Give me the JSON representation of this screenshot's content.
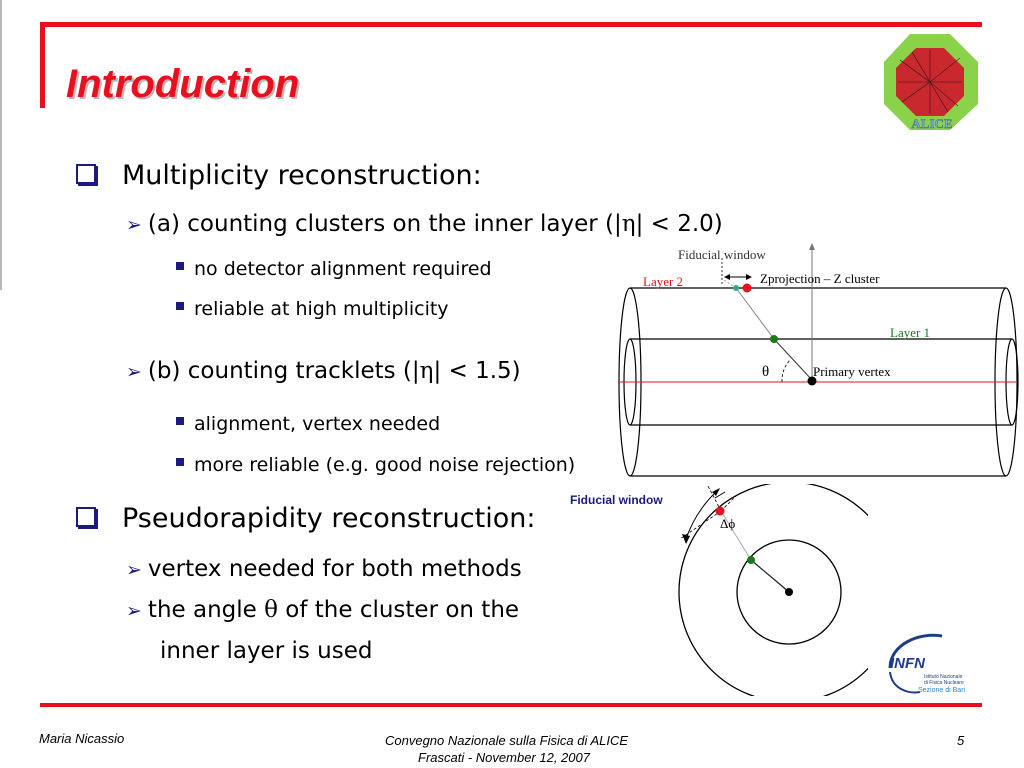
{
  "slide": {
    "title": "Introduction",
    "page_number": "5"
  },
  "bullets": {
    "b1": "Multiplicity reconstruction:",
    "b1a_pre": "(a) counting clusters on the inner layer (|",
    "b1a_sym": "η",
    "b1a_post": "| < 2.0)",
    "b1a_i": "no detector alignment required",
    "b1a_ii": "reliable at high multiplicity",
    "b1b_pre": "(b) counting tracklets (|",
    "b1b_sym": "η",
    "b1b_post": "| < 1.5)",
    "b1b_i": "alignment, vertex needed",
    "b1b_ii": "more reliable (e.g. good noise rejection)",
    "b2": "Pseudorapidity reconstruction:",
    "b2a": "vertex needed for both methods",
    "b2b_pre": "the angle ",
    "b2b_sym": "θ",
    "b2b_post": " of the cluster on the",
    "b2b_cont": "inner layer is used"
  },
  "diagram_side": {
    "fiducial_window": "Fiducial window",
    "layer2": "Layer 2",
    "zprojection": "Zprojection – Z cluster",
    "layer1": "Layer 1",
    "theta": "θ",
    "primary_vertex": "Primary vertex"
  },
  "diagram_front": {
    "fiducial_window": "Fiducial window",
    "delta_phi": "Δϕ"
  },
  "logos": {
    "alice": "ALICE",
    "infn": "INFN",
    "infn_sub1": "Istituto Nazionale",
    "infn_sub2": "di Fisica Nucleare",
    "infn_sub3": "Sezione di Bari"
  },
  "footer": {
    "author": "Maria Nicassio",
    "conference": "Convegno Nazionale sulla Fisica di ALICE",
    "place_date": "Frascati -  November 12, 2007"
  },
  "colors": {
    "accent_red": "#e8101e",
    "bullet_navy": "#1a1a80",
    "layer_green": "#1a7a1a",
    "infn_blue": "#1e3c8c"
  },
  "icons": {
    "level1_bullet": "hollow-square-icon",
    "level2_bullet": "arrowhead-icon",
    "level3_bullet": "filled-square-icon"
  }
}
